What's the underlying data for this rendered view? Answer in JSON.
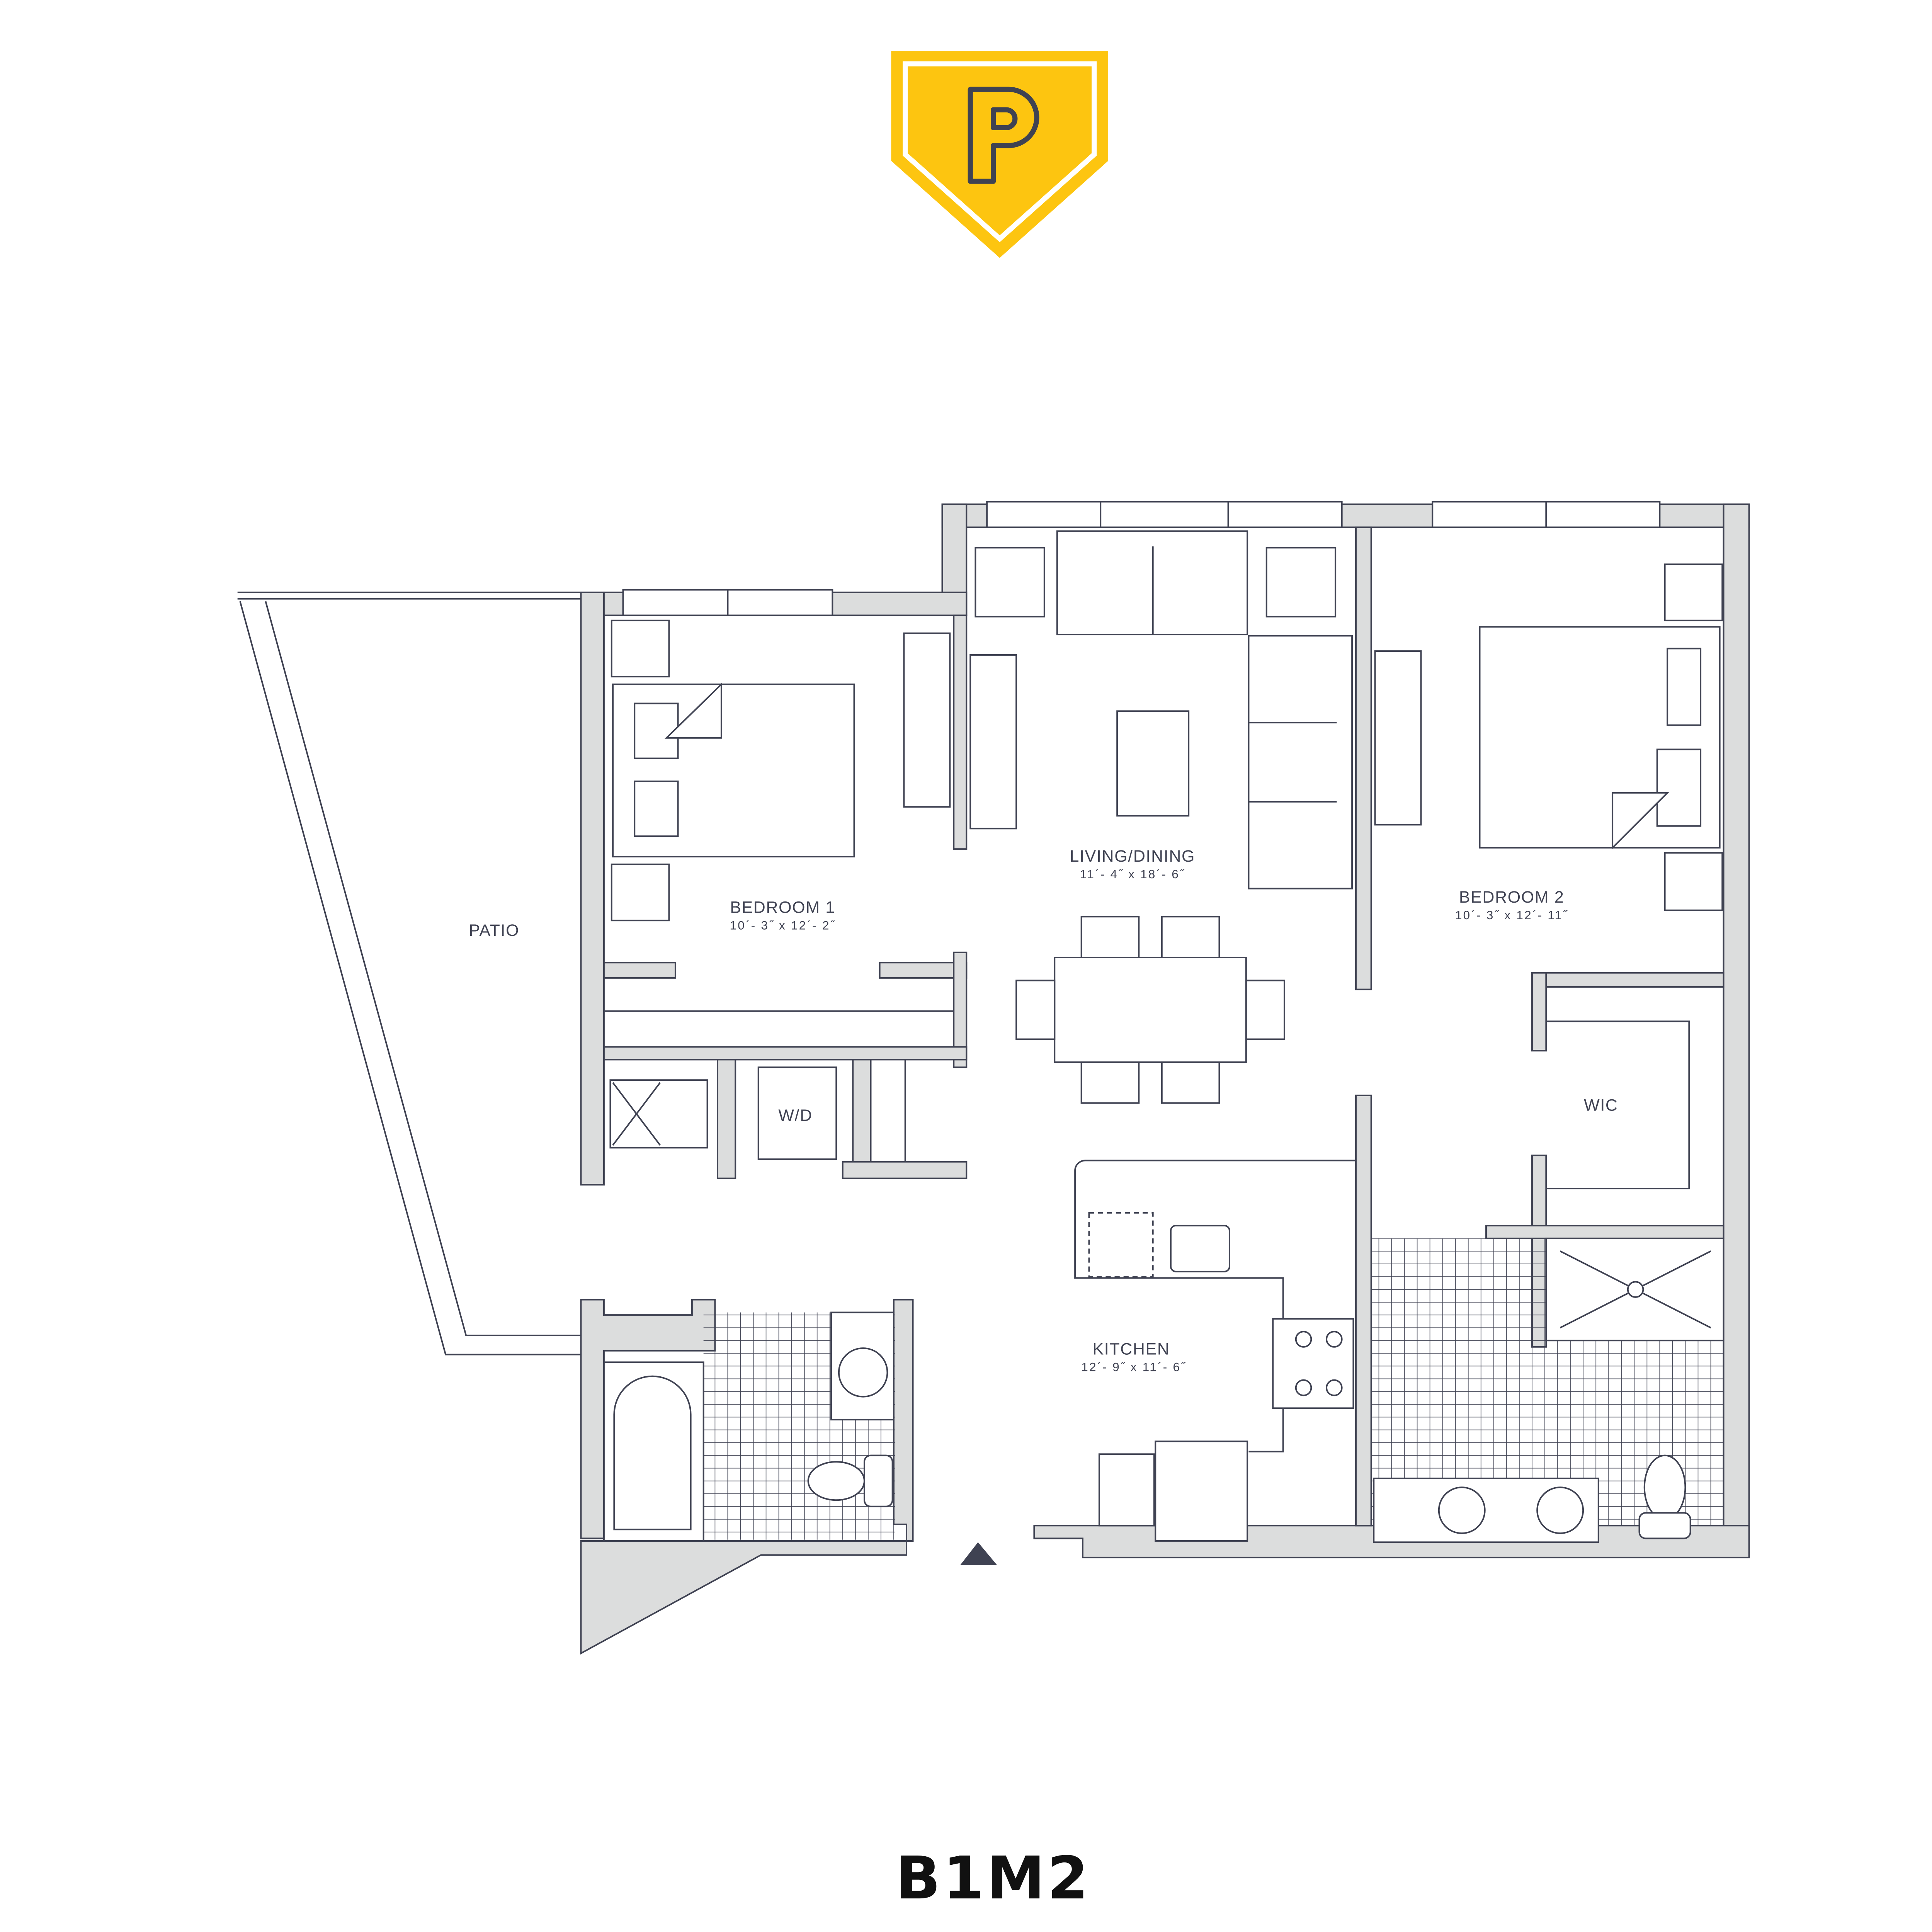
{
  "logo": {
    "letter": "P",
    "icon": "parking-shield-logo",
    "color": "#fdc510"
  },
  "rooms": {
    "patio": {
      "name": "PATIO"
    },
    "bedroom1": {
      "name": "BEDROOM 1",
      "size": "10´- 3˝  x  12´- 2˝"
    },
    "living": {
      "name": "LIVING/DINING",
      "size": "11´- 4˝  x  18´- 6˝"
    },
    "bedroom2": {
      "name": "BEDROOM 2",
      "size": "10´- 3˝  x  12´- 11˝"
    },
    "wic": {
      "name": "WIC"
    },
    "laundry": {
      "name": "W/D"
    },
    "kitchen": {
      "name": "KITCHEN",
      "size": "12´- 9˝  x  11´- 6˝"
    }
  },
  "unit_name": "B1M2",
  "colors": {
    "wall": "#dcdddd",
    "line": "#3f4252",
    "accent": "#fdc510"
  },
  "entry_icon": "entry-arrow-icon"
}
